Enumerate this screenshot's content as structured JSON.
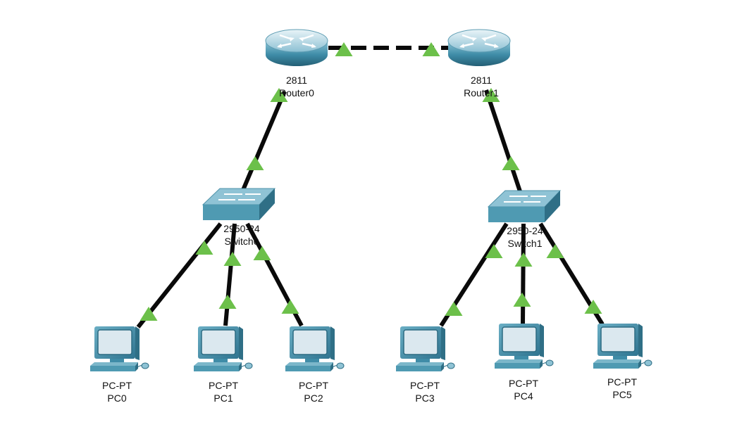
{
  "colors": {
    "link": "#0a0a0a",
    "indicator_up": "#6cc04a",
    "device_teal": "#4f9ab2",
    "device_teal_dark": "#2f6f86",
    "screen": "#dbe8ef"
  },
  "devices": [
    {
      "id": "router0",
      "type": "router",
      "model": "2811",
      "name": "Router0"
    },
    {
      "id": "router1",
      "type": "router",
      "model": "2811",
      "name": "Router1"
    },
    {
      "id": "switch0",
      "type": "switch",
      "model": "2950-24",
      "name": "Switch0"
    },
    {
      "id": "switch1",
      "type": "switch",
      "model": "2950-24",
      "name": "Switch1"
    },
    {
      "id": "pc0",
      "type": "pc",
      "model": "PC-PT",
      "name": "PC0"
    },
    {
      "id": "pc1",
      "type": "pc",
      "model": "PC-PT",
      "name": "PC1"
    },
    {
      "id": "pc2",
      "type": "pc",
      "model": "PC-PT",
      "name": "PC2"
    },
    {
      "id": "pc3",
      "type": "pc",
      "model": "PC-PT",
      "name": "PC3"
    },
    {
      "id": "pc4",
      "type": "pc",
      "model": "PC-PT",
      "name": "PC4"
    },
    {
      "id": "pc5",
      "type": "pc",
      "model": "PC-PT",
      "name": "PC5"
    }
  ],
  "links": [
    {
      "from": "router0",
      "to": "router1",
      "style": "dashed",
      "status": "up"
    },
    {
      "from": "router0",
      "to": "switch0",
      "style": "solid",
      "status": "up"
    },
    {
      "from": "router1",
      "to": "switch1",
      "style": "solid",
      "status": "up"
    },
    {
      "from": "switch0",
      "to": "pc0",
      "style": "solid",
      "status": "up"
    },
    {
      "from": "switch0",
      "to": "pc1",
      "style": "solid",
      "status": "up"
    },
    {
      "from": "switch0",
      "to": "pc2",
      "style": "solid",
      "status": "up"
    },
    {
      "from": "switch1",
      "to": "pc3",
      "style": "solid",
      "status": "up"
    },
    {
      "from": "switch1",
      "to": "pc4",
      "style": "solid",
      "status": "up"
    },
    {
      "from": "switch1",
      "to": "pc5",
      "style": "solid",
      "status": "up"
    }
  ]
}
